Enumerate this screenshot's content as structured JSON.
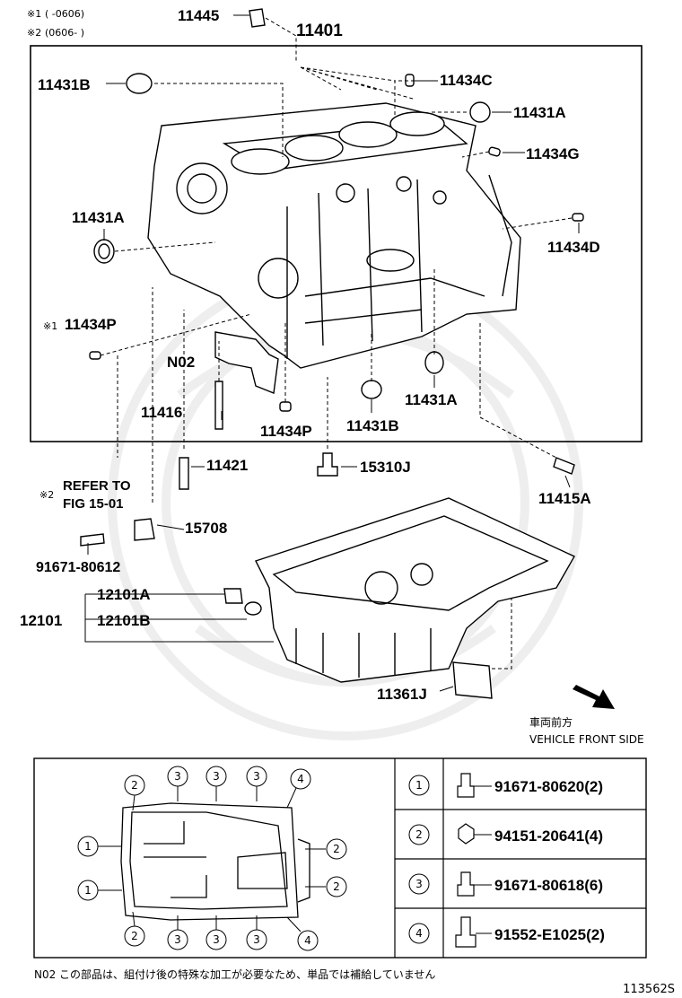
{
  "notes": {
    "note1_mark": "※1",
    "note1_range": "( -0606)",
    "note2_mark": "※2",
    "note2_range": "(0606- )"
  },
  "parts": {
    "p11445": "11445",
    "p11401": "11401",
    "p11431B_top": "11431B",
    "p11434C": "11434C",
    "p11431A_top": "11431A",
    "p11434G": "11434G",
    "p11431A_left": "11431A",
    "p11434D": "11434D",
    "p11434P_left": "11434P",
    "pN02": "N02",
    "p11431A_bottom": "11431A",
    "p11416": "11416",
    "p11434P_bottom": "11434P",
    "p11431B_bottom": "11431B",
    "p11421": "11421",
    "p15310J": "15310J",
    "p11415A": "11415A",
    "refer_line1": "REFER TO",
    "refer_line2": "FIG 15-01",
    "p15708": "15708",
    "p91671_80612": "91671-80612",
    "p12101A": "12101A",
    "p12101": "12101",
    "p12101B": "12101B",
    "p11361J": "11361J"
  },
  "vehicle_front": {
    "japanese": "車両前方",
    "english": "VEHICLE FRONT SIDE"
  },
  "bolt_legend": [
    {
      "num": "1",
      "part": "91671-80620(2)"
    },
    {
      "num": "2",
      "part": "94151-20641(4)"
    },
    {
      "num": "3",
      "part": "91671-80618(6)"
    },
    {
      "num": "4",
      "part": "91552-E1025(2)"
    }
  ],
  "pan_callouts": {
    "top": [
      "2",
      "3",
      "3",
      "3",
      "4"
    ],
    "left": [
      "1",
      "1"
    ],
    "right": [
      "2",
      "2"
    ],
    "bottom": [
      "2",
      "3",
      "3",
      "3",
      "4"
    ]
  },
  "footer": {
    "note": "N02 この部品は、組付け後の特殊な加工が必要なため、単品では補給していません",
    "figure_id": "113562S"
  }
}
